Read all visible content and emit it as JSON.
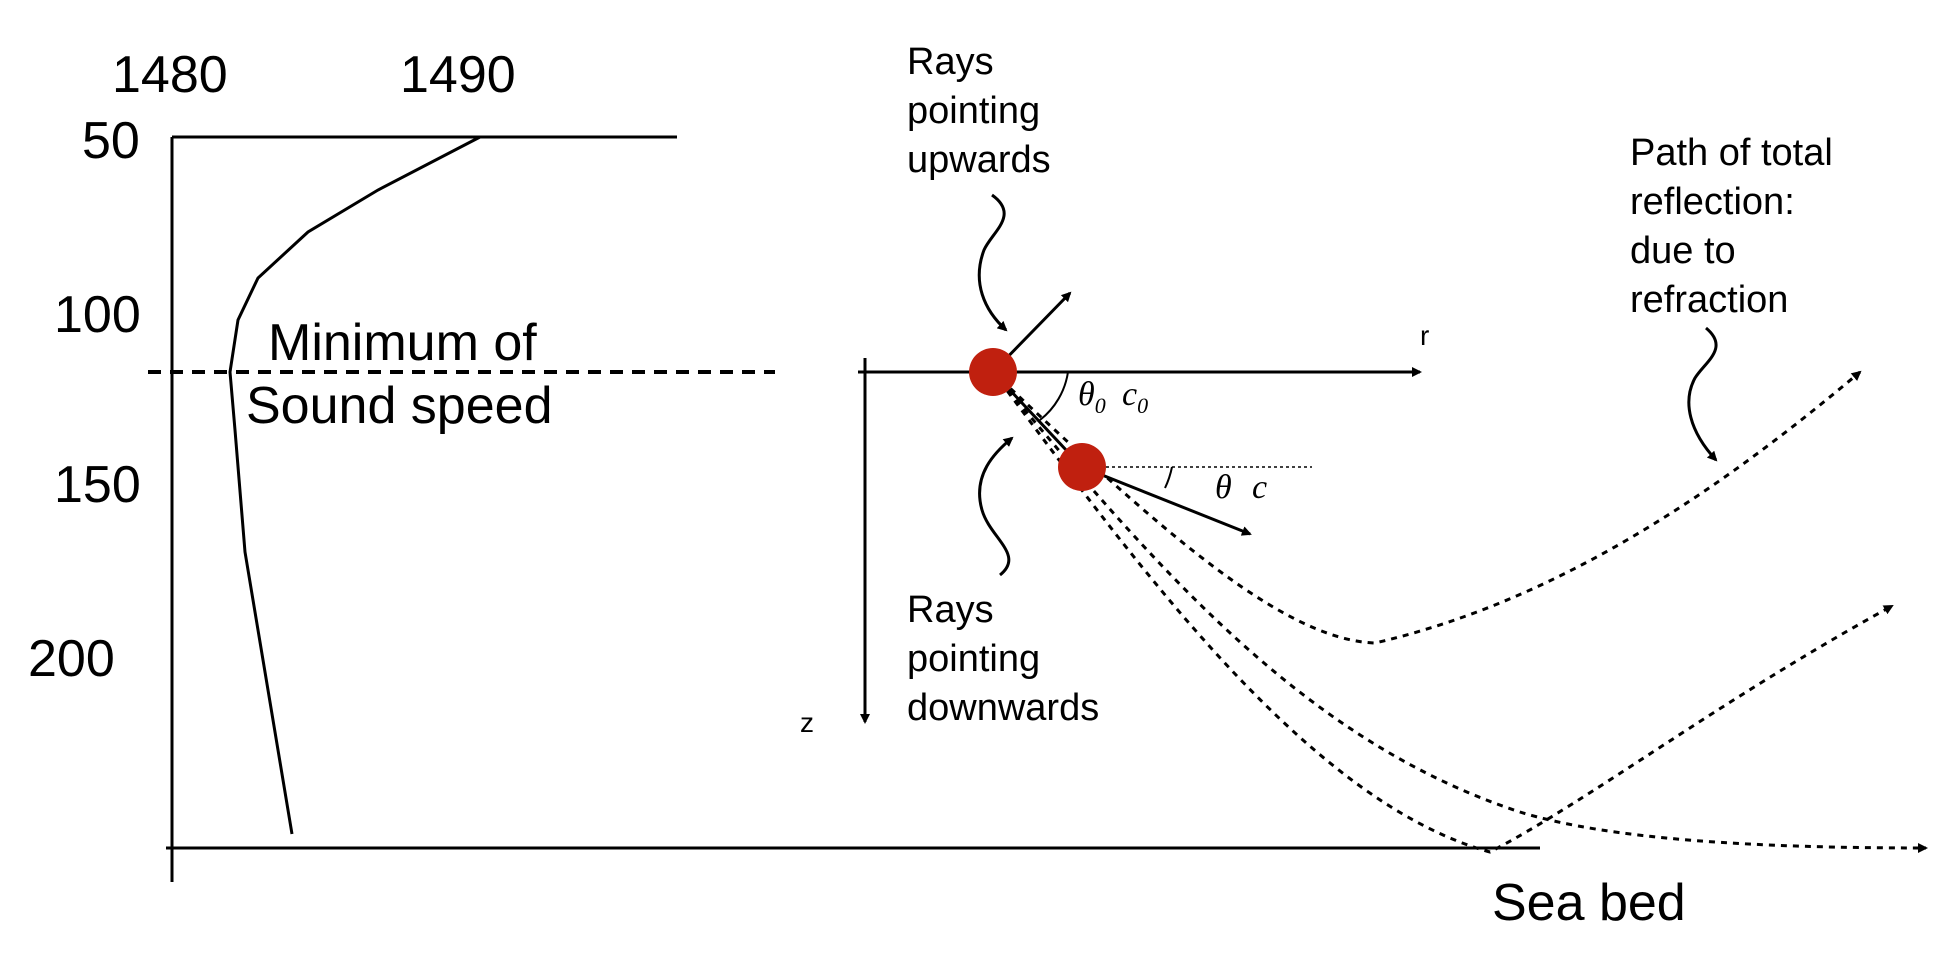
{
  "colors": {
    "source_dot": "#c0200f",
    "line": "#000000"
  },
  "profile": {
    "x_ticks": [
      "1480",
      "1490"
    ],
    "y_ticks": [
      "50",
      "100",
      "150",
      "200"
    ],
    "minimum_label_line1": "Minimum of",
    "minimum_label_line2": "Sound speed",
    "sea_bed_label": "Sea bed"
  },
  "ray_diagram": {
    "r_axis_label": "r",
    "z_axis_label": "z",
    "theta0": "θ",
    "theta0_sub": "0",
    "c0": "c",
    "c0_sub": "0",
    "theta": "θ",
    "c": "c",
    "rays_up": [
      "Rays",
      "pointing",
      "upwards"
    ],
    "rays_down": [
      "Rays",
      "pointing",
      "downwards"
    ],
    "total_reflection": [
      "Path of total",
      "reflection:",
      "due to",
      "refraction"
    ]
  }
}
